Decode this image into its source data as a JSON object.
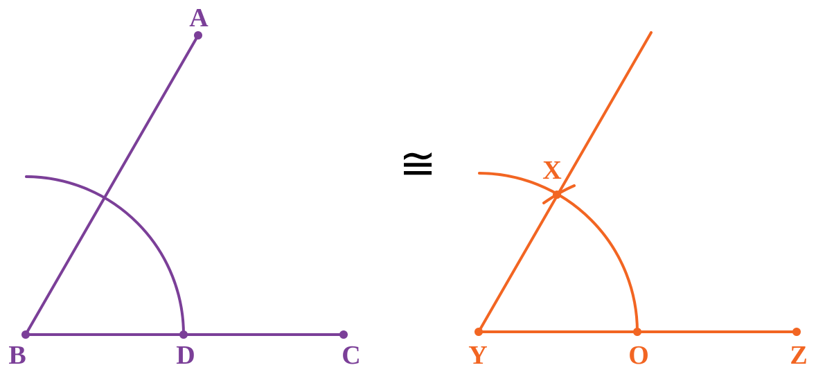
{
  "colors": {
    "left_figure": "#7b3f98",
    "right_figure": "#f26522",
    "symbol": "#000000",
    "background": "#ffffff"
  },
  "left_angle": {
    "vertex_label": "B",
    "ray_point_label": "A",
    "base_point_label": "C",
    "arc_point_label": "D"
  },
  "right_angle": {
    "vertex_label": "Y",
    "ray_point_label": "X",
    "base_point_label": "Z",
    "arc_point_label": "O"
  },
  "relation_symbol": "≅"
}
